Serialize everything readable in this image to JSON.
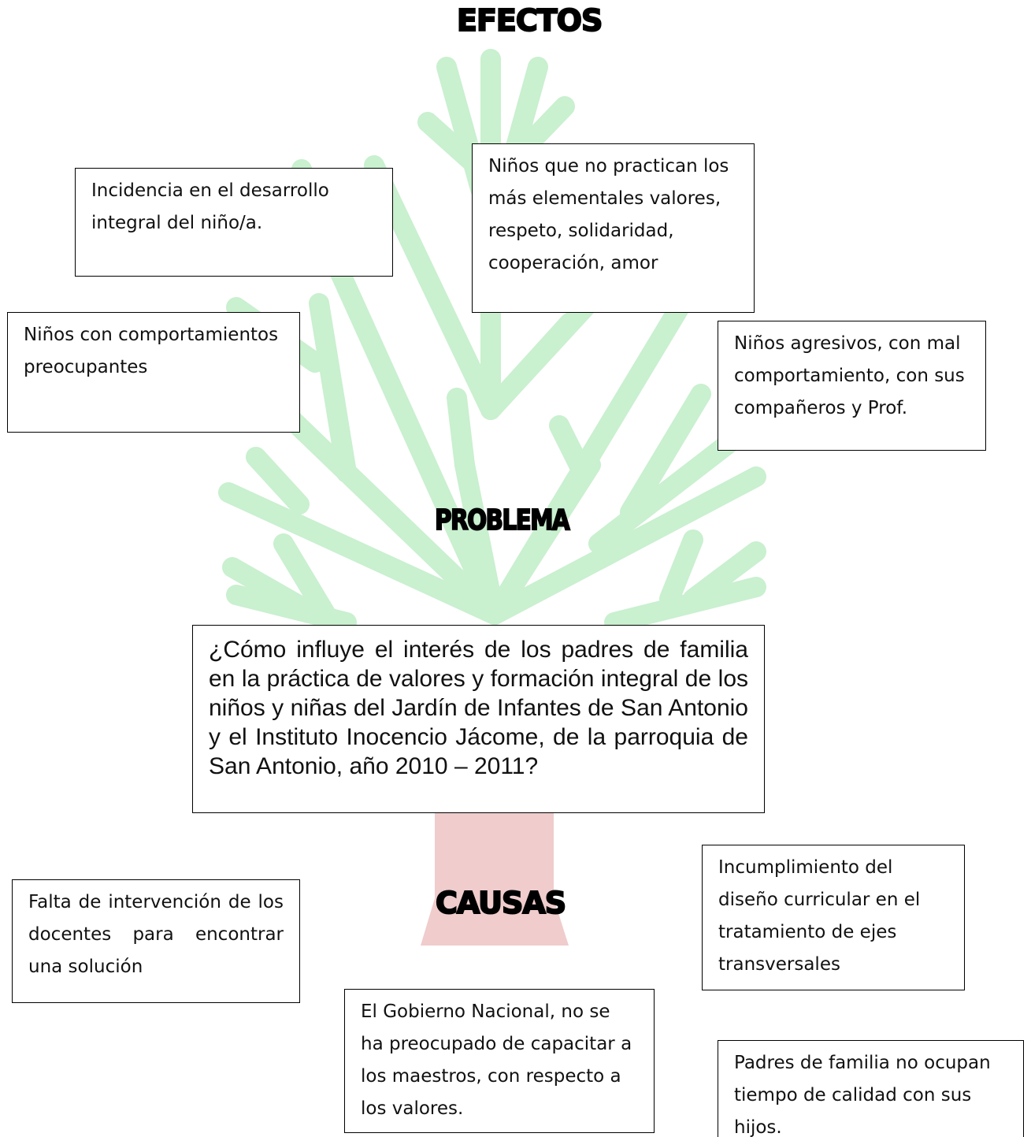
{
  "headings": {
    "effects": "EFECTOS",
    "problem": "PROBLEMA",
    "causes": "CAUSAS"
  },
  "colors": {
    "foliage": "#c9f0cf",
    "trunk": "#f0cccc",
    "border": "#000000"
  },
  "effects": {
    "development": "Incidencia en el desarrollo integral del niño/a.",
    "values": "Niños  que no practican los más elementales valores, respeto, solidaridad,  cooperación, amor",
    "worrying": "Niños con comportamientos preocupantes",
    "aggressive": "Niños agresivos, con mal comportamiento, con sus compañeros y Prof."
  },
  "problem": {
    "question": "¿Cómo influye el interés de los padres de familia en la práctica de valores y formación integral de los niños y niñas del Jardín de Infantes de San Antonio y el Instituto Inocencio Jácome, de la parroquia de San Antonio, año 2010 – 2011?"
  },
  "causes": {
    "teachers": "Falta de intervención de los docentes para encontrar una solución",
    "curriculum": "Incumplimiento del diseño curricular en el tratamiento de ejes transversales",
    "government": "El Gobierno Nacional, no se ha preocupado  de capacitar a los maestros, con respecto a los valores.",
    "parents": "Padres de familia no ocupan tiempo de calidad con sus hijos."
  }
}
